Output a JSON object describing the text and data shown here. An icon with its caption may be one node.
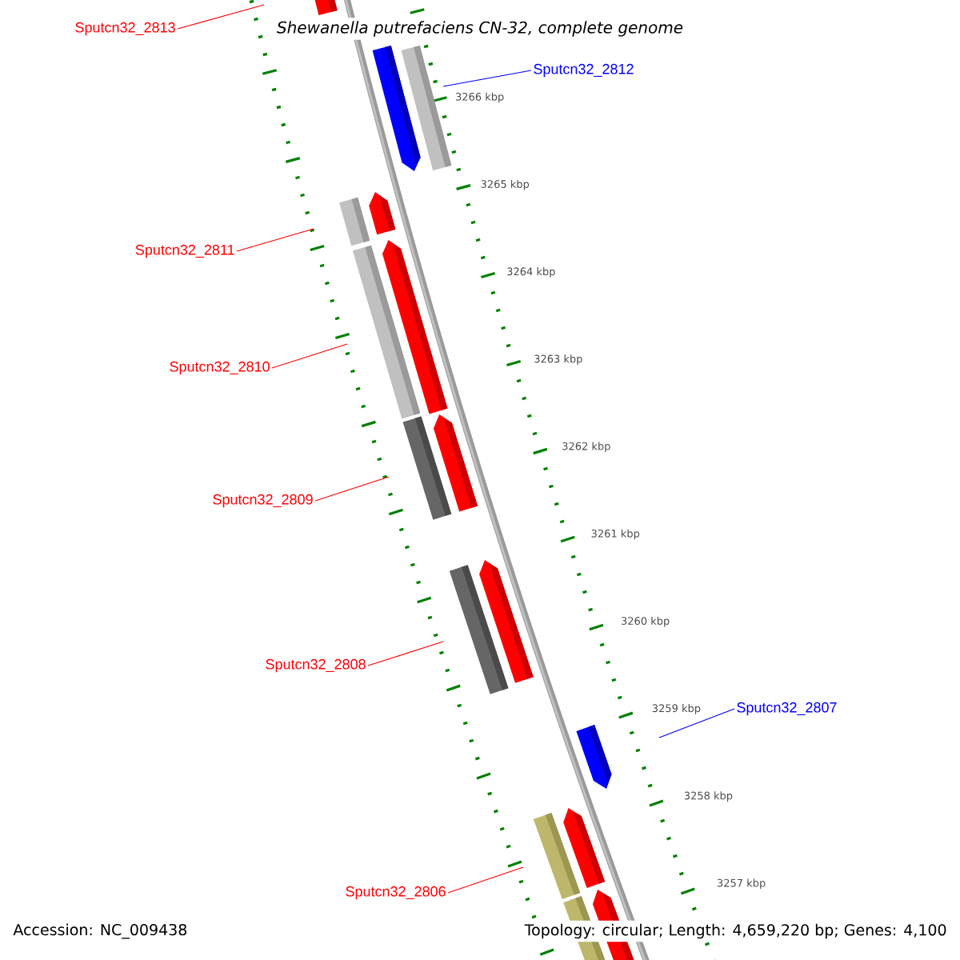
{
  "diagram": {
    "title": "Shewanella putrefaciens CN-32, complete genome",
    "nodes": [
      {
        "text": [
          "Sputcn32_2813"
        ]
      },
      {
        "text": [
          "Sputcn32_2812"
        ]
      },
      {
        "text": [
          "Sputcn32_2811"
        ]
      },
      {
        "text": [
          "Sputcn32_2810"
        ]
      },
      {
        "text": [
          "Sputcn32_2809"
        ]
      },
      {
        "text": [
          "Sputcn32_2808"
        ]
      },
      {
        "text": [
          "Sputcn32_2807"
        ]
      },
      {
        "text": [
          "Sputcn32_2806"
        ]
      }
    ],
    "edges": [
      {
        "from": 0,
        "to": null,
        "arrow": "none"
      },
      {
        "from": 1,
        "to": null,
        "arrow": "none",
        "color": "#0000ff"
      },
      {
        "from": 2,
        "to": null,
        "arrow": "none"
      },
      {
        "from": 3,
        "to": null,
        "arrow": "none"
      },
      {
        "from": 4,
        "to": null,
        "arrow": "none"
      },
      {
        "from": 5,
        "to": null,
        "arrow": "none"
      },
      {
        "from": 6,
        "to": null,
        "arrow": "none",
        "color": "#0000ff"
      },
      {
        "from": 7,
        "to": null,
        "arrow": "none"
      }
    ],
    "labels": [
      "3266 kbp",
      "3265 kbp",
      "3264 kbp",
      "3263 kbp",
      "3262 kbp",
      "3261 kbp",
      "3260 kbp",
      "3259 kbp",
      "3258 kbp",
      "3257 kbp",
      "Accession: NC_009438",
      "Topology: circular; Length: 4,659,220 bp; Genes: 4,100"
    ]
  }
}
